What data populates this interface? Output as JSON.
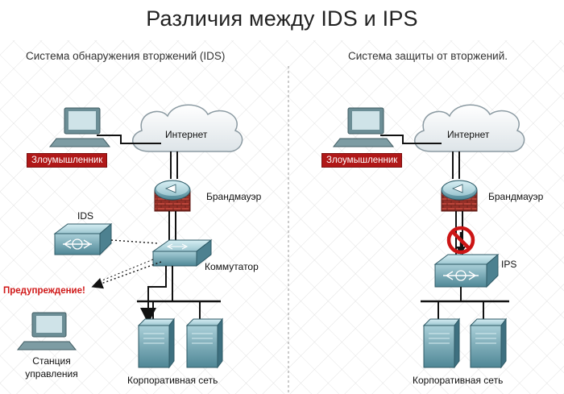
{
  "title": "Различия между IDS и IPS",
  "left": {
    "subtitle": "Система обнаружения вторжений (IDS)",
    "internet_label": "Интернет",
    "attacker_label": "Злоумышленник",
    "firewall_label": "Брандмауэр",
    "ids_label": "IDS",
    "switch_label": "Коммутатор",
    "alert_label": "Предупреждение!",
    "station_label_line1": "Станция",
    "station_label_line2": "управления",
    "network_label": "Корпоративная сеть"
  },
  "right": {
    "subtitle": "Система защиты от вторжений.",
    "internet_label": "Интернет",
    "attacker_label": "Злоумышленник",
    "firewall_label": "Брандмауэр",
    "ips_label": "IPS",
    "network_label": "Корпоративная сеть"
  },
  "colors": {
    "device_teal": "#5a8e9c",
    "firewall_red": "#a8352e",
    "attacker_tag": "#b01818",
    "alert_text": "#d01818",
    "block_sign": "#cc1515"
  }
}
